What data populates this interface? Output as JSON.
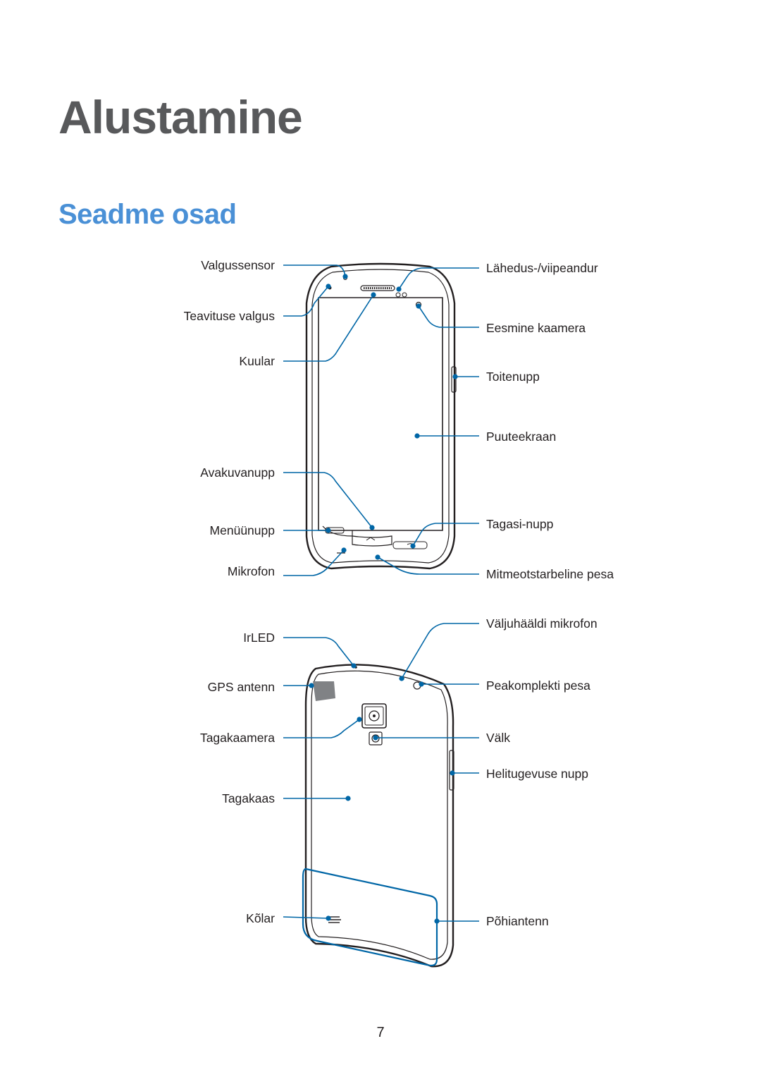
{
  "header": {
    "chapter_title": "Alustamine",
    "section_title": "Seadme osad"
  },
  "front": {
    "left_labels": {
      "light_sensor": "Valgussensor",
      "notification_light": "Teavituse valgus",
      "earpiece": "Kuular",
      "home_button": "Avakuvanupp",
      "menu_button": "Menüünupp",
      "microphone": "Mikrofon"
    },
    "right_labels": {
      "proximity_sensor": "Lähedus-/viipeandur",
      "front_camera": "Eesmine kaamera",
      "power_button": "Toitenupp",
      "touchscreen": "Puuteekraan",
      "back_button": "Tagasi-nupp",
      "multipurpose_jack": "Mitmeotstarbeline pesa"
    }
  },
  "back": {
    "left_labels": {
      "irled": "IrLED",
      "gps_antenna": "GPS antenn",
      "rear_camera": "Tagakaamera",
      "back_cover": "Tagakaas",
      "speaker": "Kõlar"
    },
    "right_labels": {
      "noise_mic": "Väljuhääldi mikrofon",
      "headset_jack": "Peakomplekti pesa",
      "flash": "Välk",
      "volume_button": "Helitugevuse nupp",
      "main_antenna": "Põhiantenn"
    }
  },
  "footer": {
    "page_number": "7"
  },
  "colors": {
    "title_gray": "#58595b",
    "section_blue": "#4a90d6",
    "leader_blue": "#0066a6",
    "device_outline": "#231f20"
  }
}
